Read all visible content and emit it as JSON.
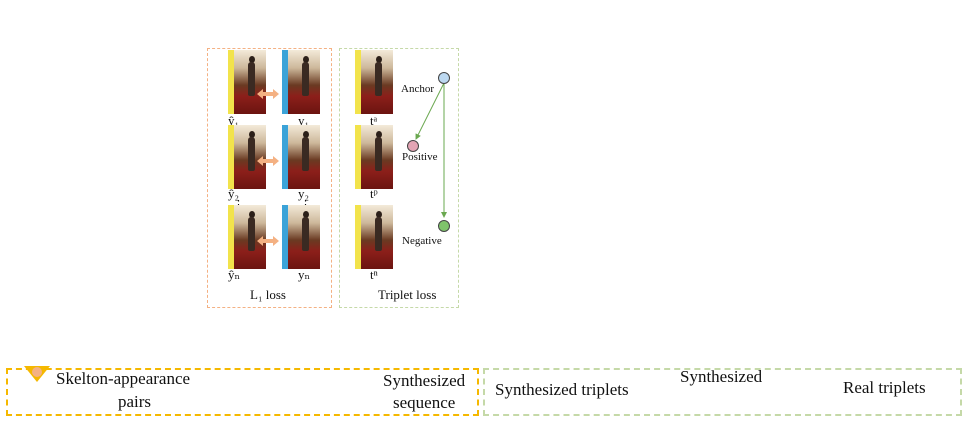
{
  "panels": {
    "l1": {
      "caption": "L₁ loss",
      "rows": [
        {
          "left_label": "ŷ₁",
          "right_label": "y₁"
        },
        {
          "left_label": "ŷ₂",
          "right_label": "y₂"
        },
        {
          "left_label": "ŷₙ",
          "right_label": "yₙ"
        }
      ],
      "ellipsis": "⋮"
    },
    "triplet": {
      "caption": "Triplet loss",
      "frames": [
        "tᵃ",
        "tᵖ",
        "tⁿ"
      ],
      "anchor_label": "Anchor",
      "positive_label": "Positive",
      "negative_label": "Negative"
    }
  },
  "legend": {
    "left": {
      "item1": "Skelton-appearance",
      "item1b": "pairs",
      "item2": "Synthesized",
      "item2b": "sequence"
    },
    "right": {
      "item1": "Synthesized triplets",
      "item2": "Synthesized",
      "item3": "Real triplets"
    }
  },
  "colors": {
    "orange_dash": "#f4b183",
    "green_dash": "#c5d9a8",
    "yellow": "#f2e34b",
    "blue": "#3ba3d8",
    "legend_orange": "#f5b800",
    "anchor_fill": "#bcd8f0",
    "positive_fill": "#e3a4b4",
    "negative_fill": "#7fc36b",
    "line_green": "#6aa84f"
  }
}
